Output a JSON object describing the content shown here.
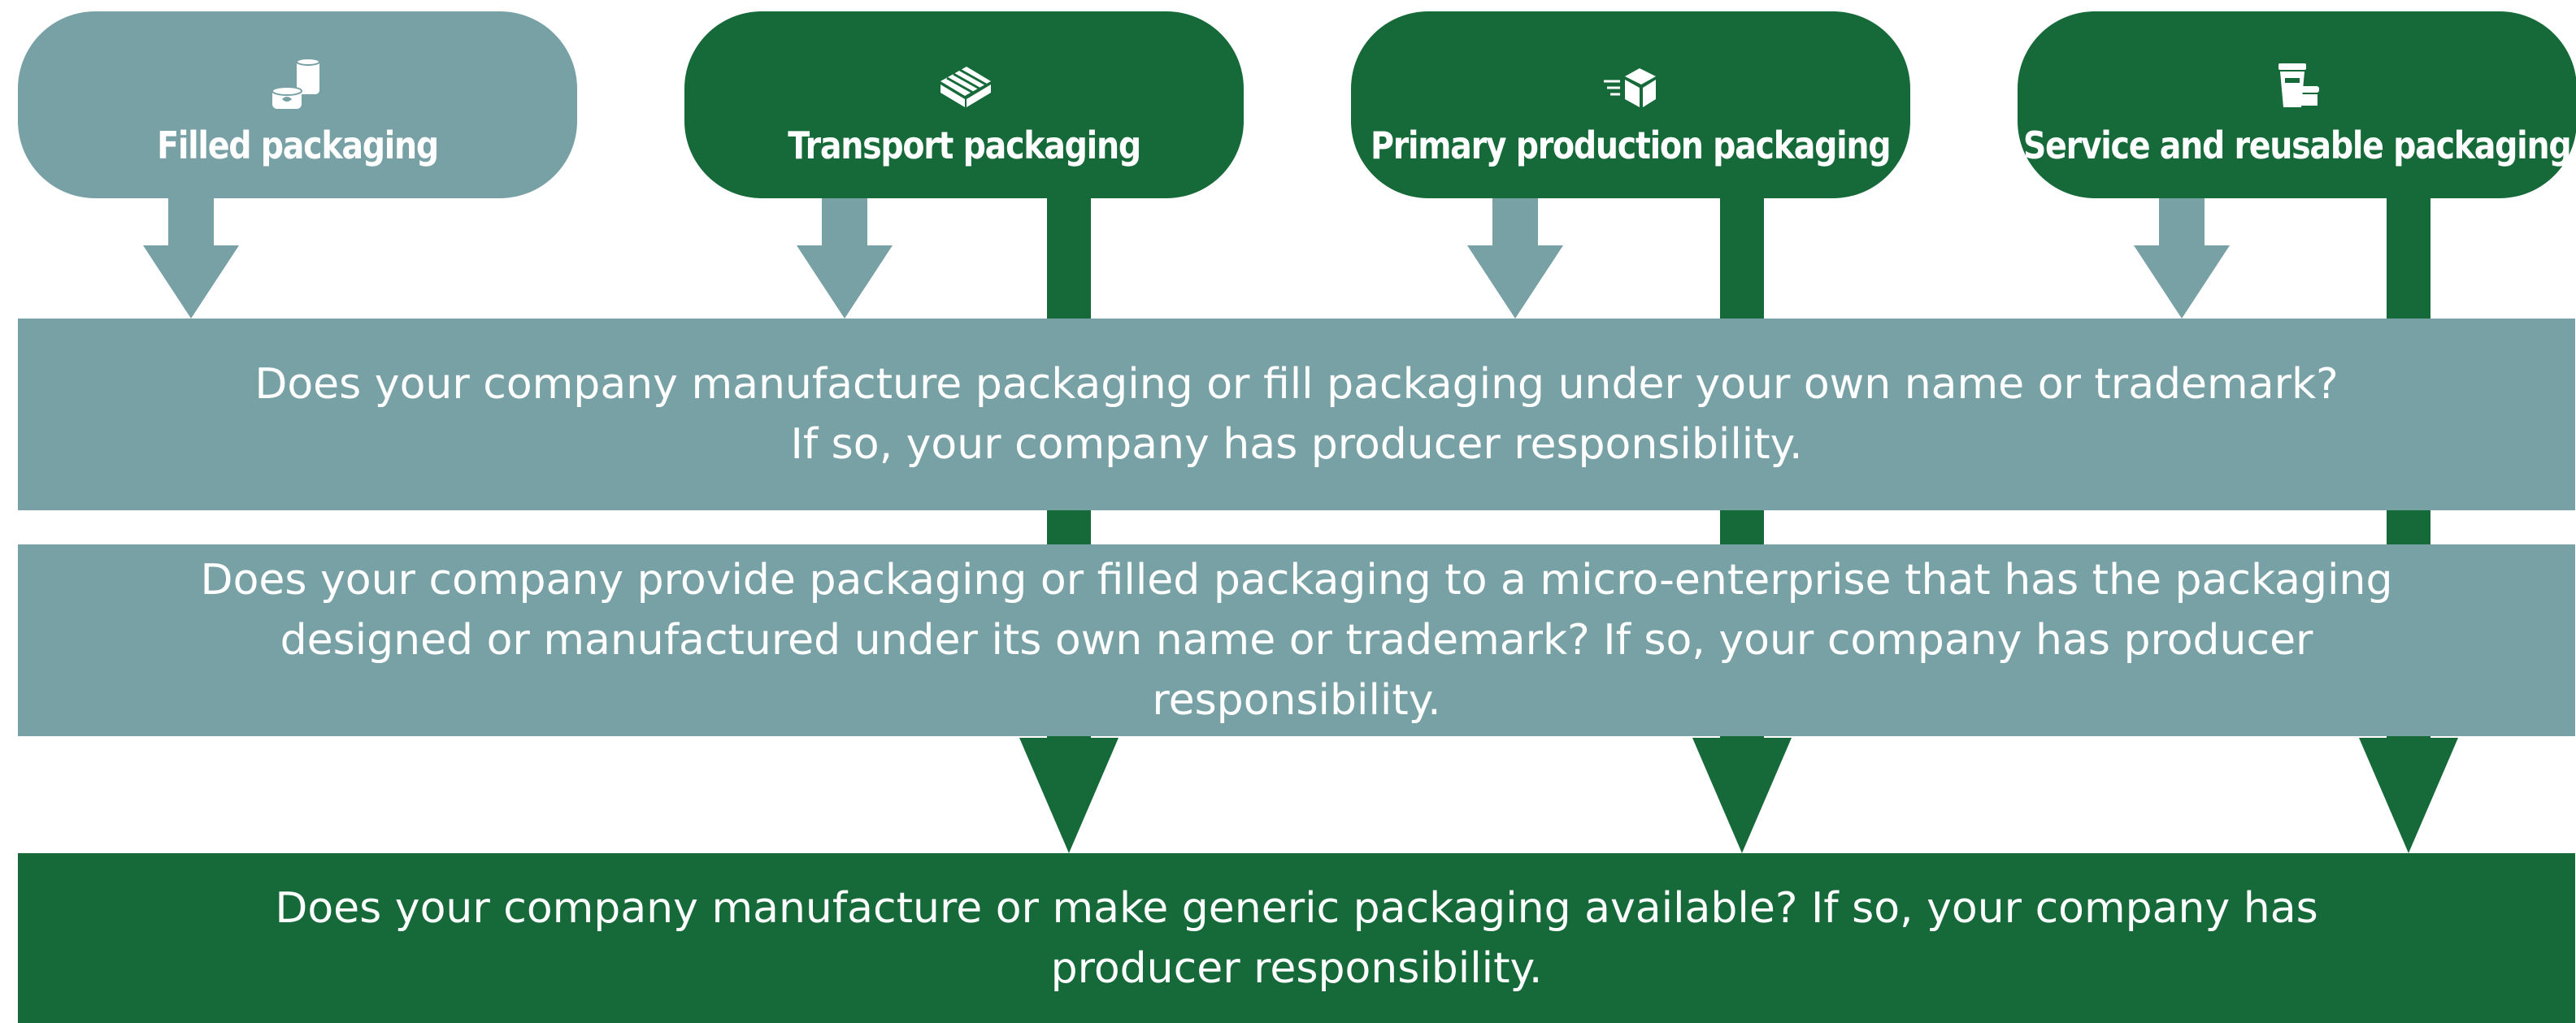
{
  "colors": {
    "teal": "#78a1a6",
    "green": "#166a39",
    "background": "#ffffff"
  },
  "categories": [
    {
      "id": "filled",
      "label": "Filled packaging",
      "icon": "cans-icon",
      "style": "teal"
    },
    {
      "id": "transport",
      "label": "Transport packaging",
      "icon": "pallet-icon",
      "style": "green"
    },
    {
      "id": "primary",
      "label": "Primary production packaging",
      "icon": "moving-box-icon",
      "style": "green"
    },
    {
      "id": "service",
      "label": "Service and reusable packaging",
      "icon": "takeaway-cup-icon",
      "style": "green"
    }
  ],
  "questions": [
    {
      "id": "manufacture-or-fill",
      "text": "Does your company manufacture packaging or fill packaging under your own name or trademark? If so, your company has producer responsibility.",
      "style": "teal"
    },
    {
      "id": "micro-enterprise",
      "text": "Does your company provide packaging or filled packaging to a micro-enterprise that has the packaging designed or manufactured under its own name or trademark? If so, your company has producer responsibility.",
      "style": "teal"
    },
    {
      "id": "generic",
      "text": "Does your company manufacture or make generic packaging available? If so, your company has producer responsibility.",
      "style": "green"
    }
  ]
}
